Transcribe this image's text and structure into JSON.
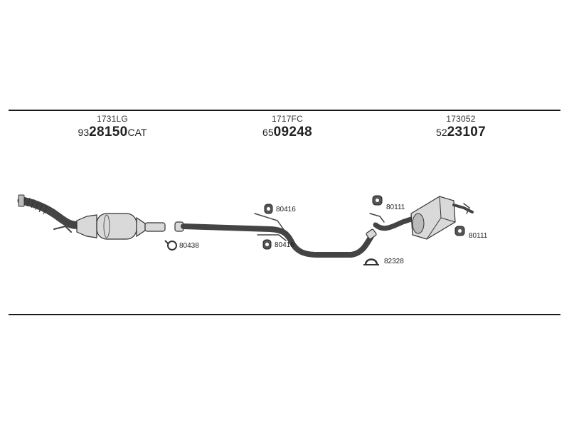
{
  "parts": [
    {
      "ref": "1731LG",
      "number_prefix": "93",
      "number_main": "28150",
      "number_suffix": "CAT"
    },
    {
      "ref": "1717FC",
      "number_prefix": "65",
      "number_main": "09248",
      "number_suffix": ""
    },
    {
      "ref": "173052",
      "number_prefix": "52",
      "number_main": "23107",
      "number_suffix": ""
    }
  ],
  "callouts": {
    "clamp_front": "80438",
    "hanger_upper": "80416",
    "hanger_lower": "80416",
    "hanger_rear_left": "80111",
    "clamp_rear": "82328",
    "hanger_rear_right": "80111"
  }
}
